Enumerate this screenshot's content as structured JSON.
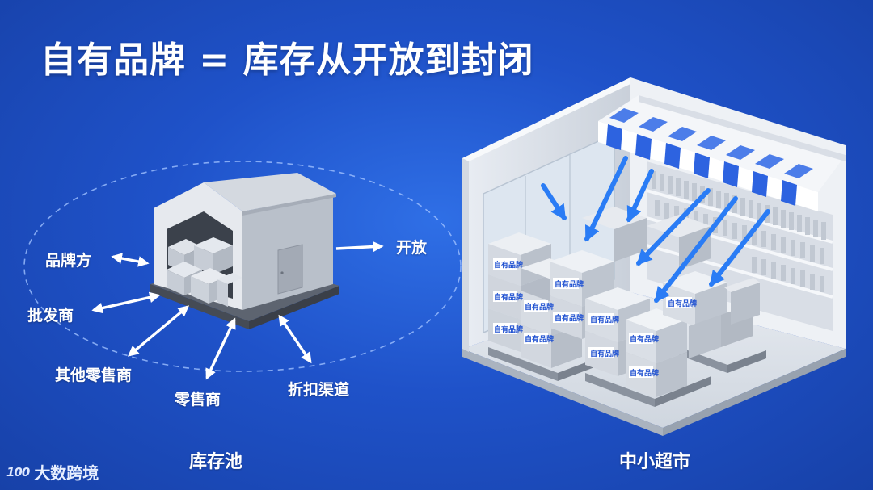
{
  "title": "自有品牌 = 库存从开放到封闭",
  "left": {
    "caption": "库存池",
    "channels": [
      "品牌方",
      "批发商",
      "其他零售商",
      "零售商",
      "折扣渠道",
      "开放"
    ]
  },
  "right": {
    "caption": "中小超市",
    "box_label": "自有品牌"
  },
  "logo": {
    "mark": "100",
    "text": "大数跨境"
  },
  "colors": {
    "bg": "#1f52c9",
    "accent": "#2a7cf5",
    "white": "#ffffff"
  }
}
